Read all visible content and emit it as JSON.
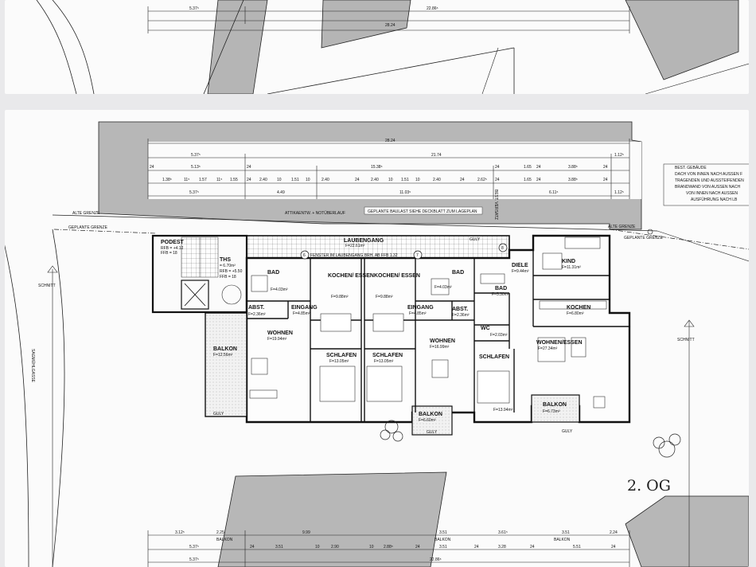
{
  "top_sheet": {
    "dims": [
      "5.37⁵",
      "22.86⁵",
      "28.24"
    ]
  },
  "main_sheet": {
    "overall_dims": {
      "d_total": "28.24",
      "d_21_74": "21.74",
      "d_5_37": "5.37⁵",
      "d_1_12": "1.12⁵",
      "row1": [
        "24",
        "5.13⁵",
        "24",
        "15.38⁵",
        "24",
        "1.65",
        "24",
        "3.88⁵",
        "24"
      ],
      "row2": [
        "1.38⁵",
        "11⁵",
        "1.57",
        "11⁵",
        "1.55",
        "24",
        "2.40",
        "10",
        "1.51",
        "10",
        "2.40",
        "24",
        "2.40",
        "10",
        "1.51",
        "10",
        "2.40",
        "24",
        "2.62⁵",
        "24",
        "1.65",
        "24",
        "3.88⁵",
        "24"
      ],
      "row3": [
        "5.37⁵",
        "4.49",
        "11.03⁵",
        "6.11⁵",
        "1.12⁵"
      ]
    },
    "notes": {
      "baulast": "GEPLANTE BAULAST SIEHE DECKBLATT ZUM LAGEPLAN",
      "attika": "ATTIKAENTW. + NOTÜBERLAUF",
      "verschiebung": "BEST. VERSATZ",
      "fenster": "FENSTER IM LAUBENGANG BRH. AB FFB 1.32",
      "legend_lines": [
        "BEST. GEBÄUDE",
        "DACH VON INNEN NACH AUSSEN F",
        "TRAGENDEN UND AUSSTEIFENDEN",
        "BRANDWAND VON AUSSEN NACH",
        "VON INNEN NACH AUSSEN",
        "AUSFÜHRUNG NACH LB"
      ]
    },
    "boundaries": {
      "alte_grenze_left": "ALTE GRENZE",
      "geplante_grenze_left": "GEPLANTE GRENZE",
      "alte_grenze_right": "ALTE GRENZE",
      "geplante_grenze_right": "GEPLANTE GRENZE"
    },
    "street": "SAGMÜHLGASSE",
    "schnitt_left": "SCHNITT",
    "schnitt_right": "SCHNITT",
    "markers": [
      "6",
      "7",
      "8"
    ],
    "gully": "GULY",
    "rooms": {
      "podest": {
        "name": "PODEST",
        "l1": "RFB = +4.12",
        "l2": "FFB = 18"
      },
      "treppe": {
        "name": "THS",
        "l1": "= 6.70m²",
        "l2": "RFB = +5.50",
        "l3": "FFB = 18"
      },
      "laubengang": {
        "name": "LAUBENGANG",
        "area": "F=22.61m²"
      },
      "bad1": {
        "name": "BAD",
        "area": "F=4.03m²"
      },
      "koch1": {
        "name": "KOCHEN/ ESSEN",
        "area": "F=9.88m²"
      },
      "koch2": {
        "name": "KOCHEN/ ESSEN",
        "area": "F=9.88m²"
      },
      "bad2": {
        "name": "BAD",
        "area": "F=4.03m²"
      },
      "bad3": {
        "name": "BAD",
        "area": "F=5.30m²"
      },
      "diele": {
        "name": "DIELE",
        "area": "F=9.44m²"
      },
      "kind": {
        "name": "KIND",
        "area": "F=11.31m²"
      },
      "abst1": {
        "name": "ABST.",
        "area": "F=2.36m²"
      },
      "eingang1": {
        "name": "EINGANG",
        "area": "F=4.85m²"
      },
      "eingang2": {
        "name": "EINGANG",
        "area": "F=4.85m²"
      },
      "abst2": {
        "name": "ABST.",
        "area": "F=2.36m²"
      },
      "kochen": {
        "name": "KOCHEN",
        "area": "F=6.80m²"
      },
      "wohnen1": {
        "name": "WOHNEN",
        "area": "F=19.94m²"
      },
      "schlafen1": {
        "name": "SCHLAFEN",
        "area": "F=13.05m²"
      },
      "schlafen2": {
        "name": "SCHLAFEN",
        "area": "F=13.05m²"
      },
      "wohnen2": {
        "name": "WOHNEN",
        "area": "F=16.99m²"
      },
      "wc": {
        "name": "WC",
        "area": "F=2.03m²"
      },
      "schlafen3": {
        "name": "SCHLAFEN",
        "area": "F=13.94m²"
      },
      "wohnenessen": {
        "name": "WOHNEN/ESSEN",
        "area": "F=27.34m²"
      },
      "balkon1": {
        "name": "BALKON",
        "area": "F=12.56m²"
      },
      "balkon2": {
        "name": "BALKON",
        "area": "F=6.60m²"
      },
      "balkon3": {
        "name": "BALKON",
        "area": "F=6.73m²"
      }
    },
    "floor_label": "2. OG",
    "bottom_dims": {
      "row1": [
        "3.12⁵",
        "2.25",
        "9.99",
        "3.51",
        "3.61⁵",
        "3.51",
        "2.24"
      ],
      "balkon_tags": [
        "BALKON",
        "BALKON",
        "BALKON"
      ],
      "row2": [
        "5.37⁵",
        "24",
        "3.51",
        "10",
        "2.90",
        "10",
        "2.88⁵",
        "24",
        "3.51",
        "24",
        "3.28",
        "24",
        "5.51",
        "24"
      ],
      "row3": [
        "5.37⁵",
        "22.86⁵"
      ]
    }
  }
}
